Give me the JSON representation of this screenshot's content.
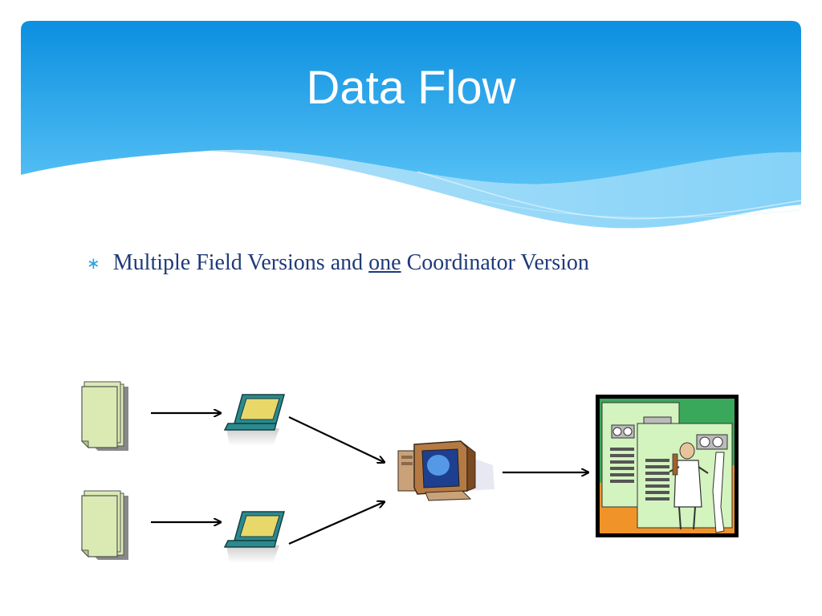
{
  "slide": {
    "title": "Data Flow",
    "bullet": {
      "marker": "∗",
      "text_before": "Multiple Field Versions and ",
      "text_underlined": "one",
      "text_after": " Coordinator Version"
    }
  },
  "diagram": {
    "nodes": [
      {
        "id": "field-docs-top",
        "icon": "documents-icon"
      },
      {
        "id": "field-docs-bottom",
        "icon": "documents-icon"
      },
      {
        "id": "field-laptop-top",
        "icon": "laptop-icon"
      },
      {
        "id": "field-laptop-bottom",
        "icon": "laptop-icon"
      },
      {
        "id": "coordinator-computer",
        "icon": "desktop-computer-icon"
      },
      {
        "id": "mainframe",
        "icon": "mainframe-operator-icon"
      }
    ],
    "edges": [
      {
        "from": "field-docs-top",
        "to": "field-laptop-top"
      },
      {
        "from": "field-docs-bottom",
        "to": "field-laptop-bottom"
      },
      {
        "from": "field-laptop-top",
        "to": "coordinator-computer"
      },
      {
        "from": "field-laptop-bottom",
        "to": "coordinator-computer"
      },
      {
        "from": "coordinator-computer",
        "to": "mainframe"
      }
    ],
    "colors": {
      "header_top": "#0b8fe0",
      "header_bottom": "#55c0f5",
      "bullet_text": "#1f3a7a",
      "bullet_marker": "#2aa1e0",
      "document_fill": "#dbeab3",
      "laptop_screen": "#e8d86a",
      "laptop_body": "#2a8a8e"
    }
  }
}
